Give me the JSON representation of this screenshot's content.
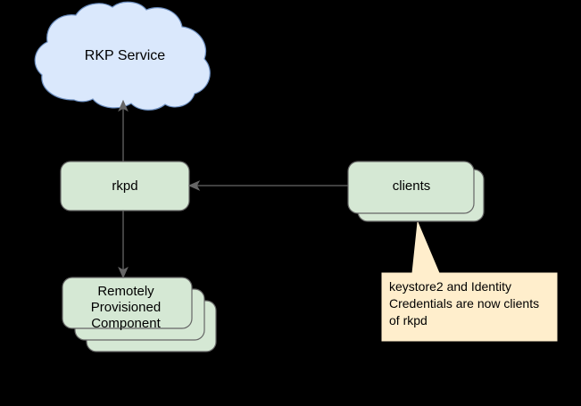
{
  "diagram": {
    "title": "rkpd architecture diagram",
    "background_color": "#000000",
    "nodes": {
      "cloud": {
        "label": "RKP Service",
        "shape": "cloud",
        "fill": "#dae8fc",
        "stroke": "#6c8ebf"
      },
      "rkpd": {
        "label": "rkpd",
        "shape": "rounded-rectangle",
        "fill": "#d5e8d4",
        "stroke": "#666666"
      },
      "clients": {
        "label": "clients",
        "shape": "stacked-rounded-rectangle",
        "stack_count": 2,
        "fill": "#d5e8d4",
        "stroke": "#666666"
      },
      "rpc": {
        "label": "Remotely\nProvisioned\nComponent",
        "shape": "stacked-rounded-rectangle",
        "stack_count": 3,
        "fill": "#d5e8d4",
        "stroke": "#666666"
      },
      "callout": {
        "label": "keystore2 and Identity Credentials are now clients of rkpd",
        "shape": "callout",
        "fill": "#ffeecc",
        "stroke": "#d6b656"
      }
    },
    "edges": [
      {
        "from": "rkpd",
        "to": "cloud",
        "direction": "up",
        "stroke": "#666666"
      },
      {
        "from": "rkpd",
        "to": "rpc",
        "direction": "down",
        "stroke": "#666666"
      },
      {
        "from": "clients",
        "to": "rkpd",
        "direction": "left",
        "stroke": "#666666"
      }
    ]
  }
}
